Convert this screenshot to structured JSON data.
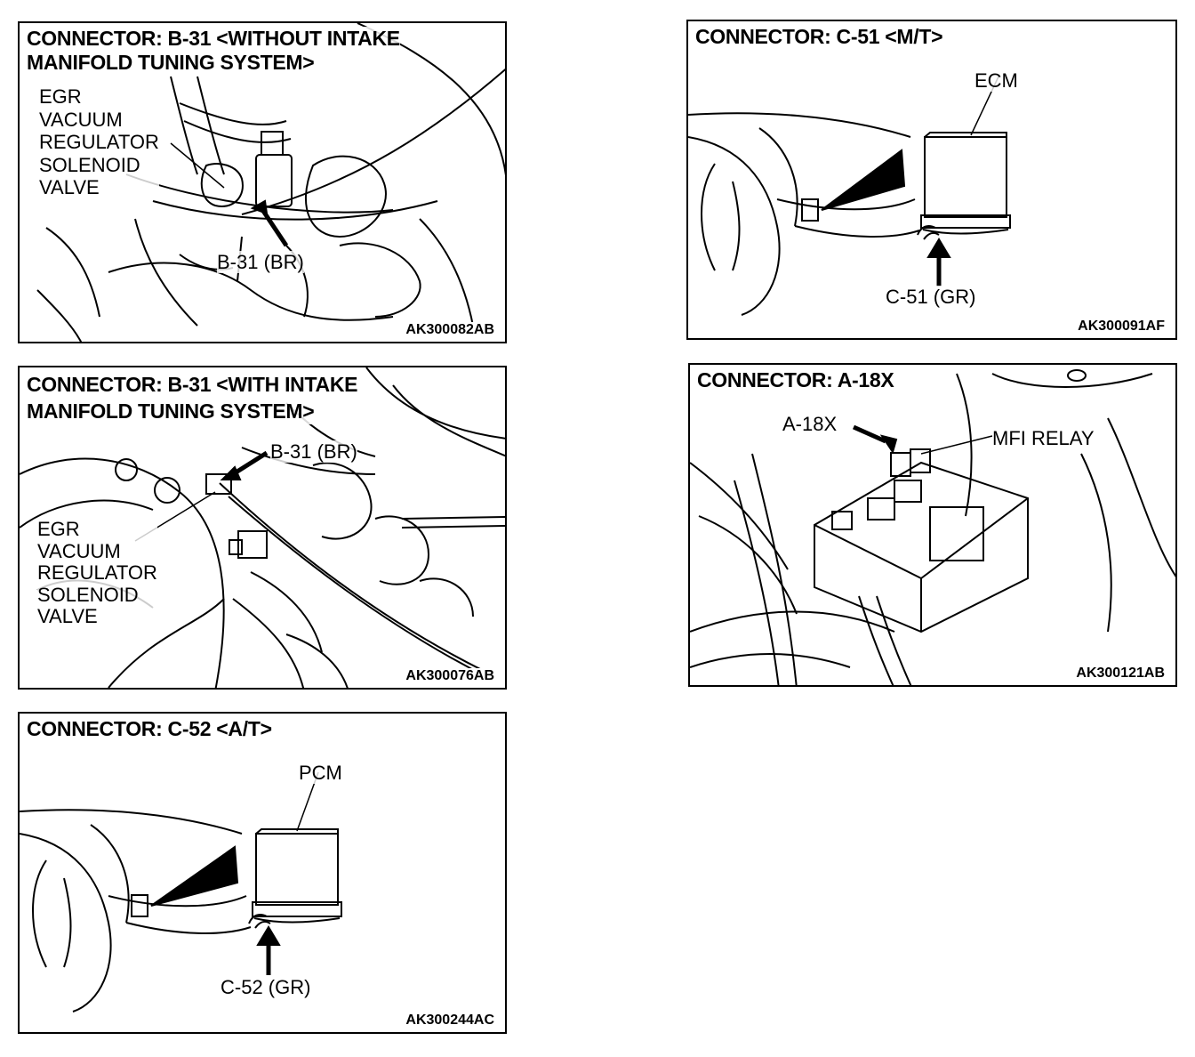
{
  "panels": {
    "b31_without": {
      "title": "CONNECTOR: B-31 <WITHOUT INTAKE\nMANIFOLD TUNING SYSTEM>",
      "component": "EGR\nVACUUM\nREGULATOR\nSOLENOID\nVALVE",
      "connector_label": "B-31 (BR)",
      "figure_code": "AK300082AB"
    },
    "c51": {
      "title": "CONNECTOR: C-51 <M/T>",
      "module_label": "ECM",
      "connector_label": "C-51 (GR)",
      "figure_code": "AK300091AF"
    },
    "b31_with": {
      "title": "CONNECTOR: B-31 <WITH INTAKE\nMANIFOLD TUNING SYSTEM>",
      "component": "EGR\nVACUUM\nREGULATOR\nSOLENOID\nVALVE",
      "connector_label": "B-31 (BR)",
      "figure_code": "AK300076AB"
    },
    "a18x": {
      "title": "CONNECTOR: A-18X",
      "connector_label": "A-18X",
      "relay_label": "MFI RELAY",
      "figure_code": "AK300121AB"
    },
    "c52": {
      "title": "CONNECTOR: C-52 <A/T>",
      "module_label": "PCM",
      "connector_label": "C-52 (GR)",
      "figure_code": "AK300244AC"
    }
  }
}
